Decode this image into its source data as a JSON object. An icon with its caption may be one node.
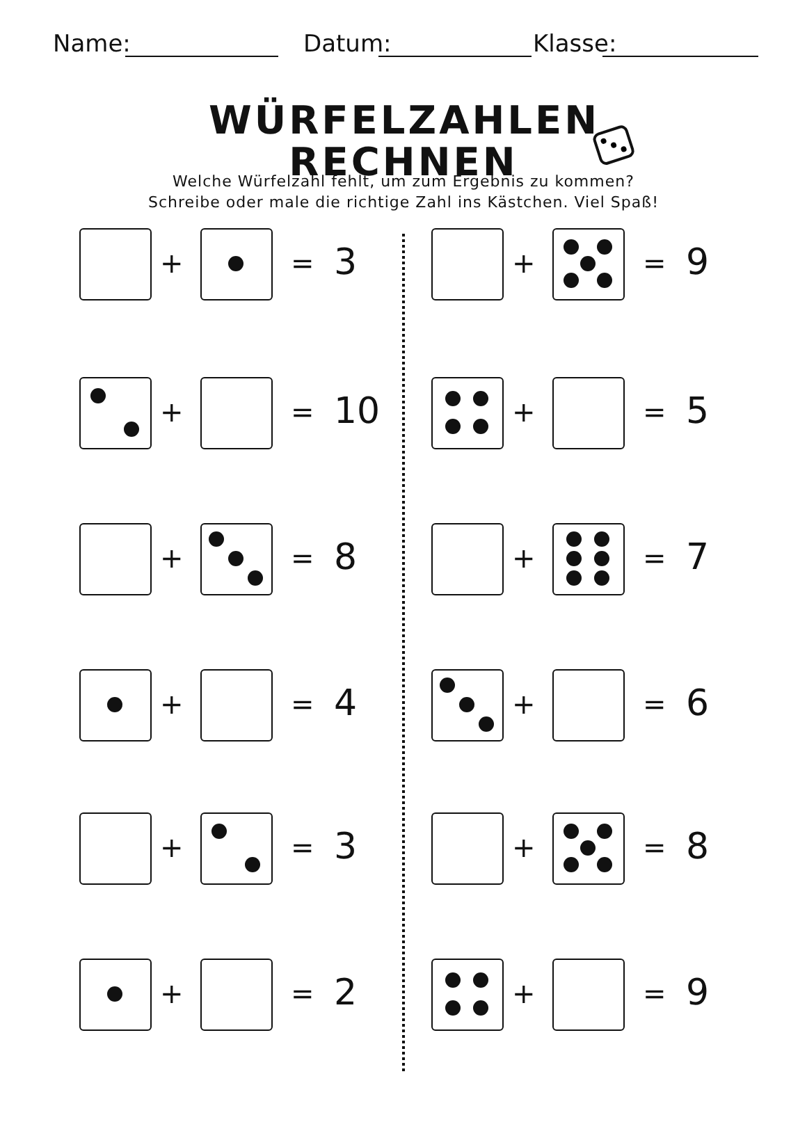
{
  "diagram": {
    "title": "WÜRFELZAHLEN RECHNEN",
    "labels": [
      "Name:",
      "Datum:",
      "Klasse:",
      "Welche Würfelzahl fehlt, um zum Ergebnis zu kommen?",
      "Schreibe oder male die richtige Zahl ins Kästchen. Viel Spaß!",
      "+",
      "=",
      "3",
      "+",
      "=",
      "9",
      "+",
      "=",
      "10",
      "+",
      "=",
      "5",
      "+",
      "=",
      "8",
      "+",
      "=",
      "7",
      "+",
      "=",
      "4",
      "+",
      "=",
      "6",
      "+",
      "=",
      "3",
      "+",
      "=",
      "8",
      "+",
      "=",
      "2",
      "+",
      "=",
      "9"
    ]
  }
}
